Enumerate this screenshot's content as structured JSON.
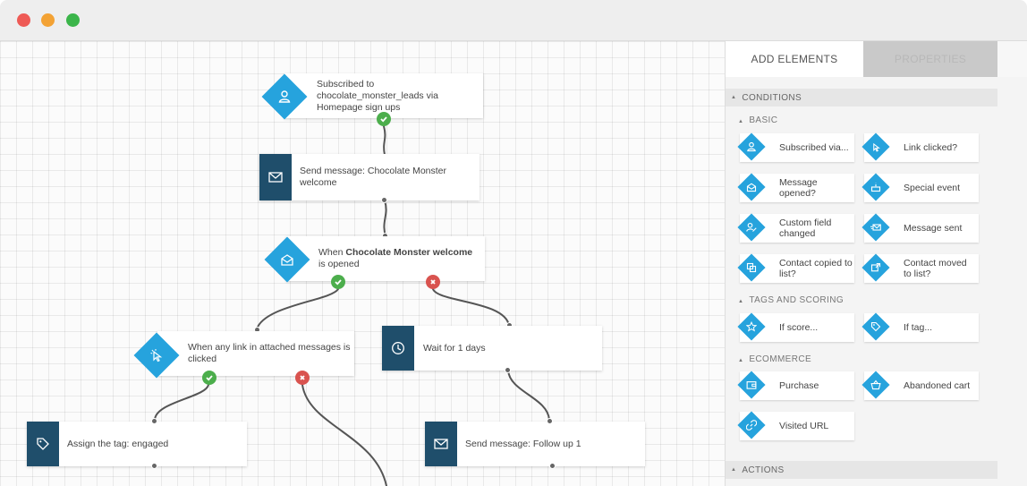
{
  "window": {
    "buttons": [
      "close",
      "minimize",
      "maximize"
    ]
  },
  "canvas": {
    "nodes": {
      "subscribed": {
        "text": "Subscribed to chocolate_monster_leads via Homepage sign ups",
        "icon": "user-icon"
      },
      "send_welcome": {
        "text": "Send message: Chocolate Monster welcome",
        "icon": "envelope-icon"
      },
      "when_opened": {
        "prefix": "When ",
        "bold": "Chocolate Monster welcome",
        "suffix": " is opened",
        "icon": "envelope-open-icon"
      },
      "link_clicked": {
        "text": "When any link in attached messages is clicked",
        "icon": "cursor-click-icon"
      },
      "wait": {
        "text": "Wait for 1 days",
        "icon": "clock-icon"
      },
      "assign_tag": {
        "text": "Assign the tag: engaged",
        "icon": "tag-icon"
      },
      "follow_up": {
        "text": "Send message: Follow up 1",
        "icon": "envelope-icon"
      }
    }
  },
  "panel": {
    "tabs": {
      "add_elements": "ADD ELEMENTS",
      "properties": "PROPERTIES"
    },
    "sections": {
      "conditions": "CONDITIONS",
      "basic": "BASIC",
      "tags_scoring": "TAGS AND SCORING",
      "ecommerce": "ECOMMERCE",
      "actions": "ACTIONS"
    },
    "basic_items": [
      {
        "label": "Subscribed via...",
        "icon": "user-icon"
      },
      {
        "label": "Link clicked?",
        "icon": "cursor-click-icon"
      },
      {
        "label": "Message opened?",
        "icon": "envelope-open-icon"
      },
      {
        "label": "Special event",
        "icon": "cake-icon"
      },
      {
        "label": "Custom field changed",
        "icon": "user-edit-icon"
      },
      {
        "label": "Message sent",
        "icon": "envelope-send-icon"
      },
      {
        "label": "Contact copied to list?",
        "icon": "copy-icon"
      },
      {
        "label": "Contact moved to list?",
        "icon": "move-icon"
      }
    ],
    "tags_items": [
      {
        "label": "If score...",
        "icon": "star-icon"
      },
      {
        "label": "If tag...",
        "icon": "tag-icon"
      }
    ],
    "ecommerce_items": [
      {
        "label": "Purchase",
        "icon": "wallet-icon"
      },
      {
        "label": "Abandoned cart",
        "icon": "basket-icon"
      },
      {
        "label": "Visited URL",
        "icon": "link-icon"
      }
    ]
  },
  "colors": {
    "accent": "#26a3dd",
    "dark_node": "#1f4e6b",
    "success": "#4cae4c",
    "fail": "#d9534f"
  }
}
